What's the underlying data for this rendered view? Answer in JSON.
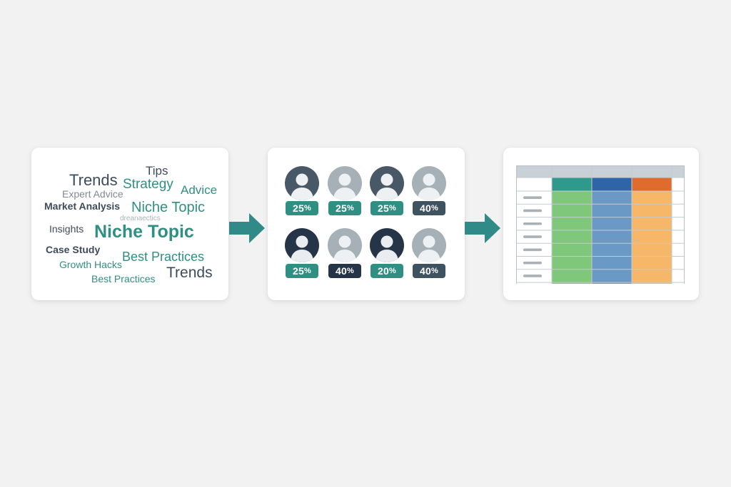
{
  "colors": {
    "background": "#f2f2f2",
    "teal": "#2f8f83",
    "slate": "#3e4b5a",
    "navy": "#253447",
    "arrow": "#2f8a88",
    "green": "#7fc77a",
    "blue": "#6b99c6",
    "orange": "#f6b768"
  },
  "word_cloud": {
    "words": [
      {
        "text": "Tips"
      },
      {
        "text": "Trends"
      },
      {
        "text": "Strategy"
      },
      {
        "text": "Advice"
      },
      {
        "text": "Expert Advice"
      },
      {
        "text": "Market Analysis"
      },
      {
        "text": "Niche Topic"
      },
      {
        "text": "Insights"
      },
      {
        "text": "Niche Topic"
      },
      {
        "text": "Case Study"
      },
      {
        "text": "Best Practices"
      },
      {
        "text": "Growth Hacks"
      },
      {
        "text": "Trends"
      },
      {
        "text": "Best Practices"
      },
      {
        "text": "dreanaectics"
      }
    ]
  },
  "segments": {
    "items": [
      {
        "avatar_icon": "user-avatar-icon",
        "tone": "slate",
        "percent": "25",
        "badge": "teal"
      },
      {
        "avatar_icon": "user-avatar-icon",
        "tone": "light",
        "percent": "25",
        "badge": "teal"
      },
      {
        "avatar_icon": "user-avatar-icon",
        "tone": "slate",
        "percent": "25",
        "badge": "teal"
      },
      {
        "avatar_icon": "user-avatar-icon",
        "tone": "light",
        "percent": "40",
        "badge": "slate"
      },
      {
        "avatar_icon": "user-avatar-icon",
        "tone": "navy",
        "percent": "25",
        "badge": "teal"
      },
      {
        "avatar_icon": "user-avatar-icon",
        "tone": "light",
        "percent": "40",
        "badge": "navy"
      },
      {
        "avatar_icon": "user-avatar-icon",
        "tone": "navy",
        "percent": "20",
        "badge": "teal"
      },
      {
        "avatar_icon": "user-avatar-icon",
        "tone": "light",
        "percent": "40",
        "badge": "slate"
      }
    ],
    "percent_sign": "%"
  },
  "flow": {
    "arrow_icon": "arrow-right-icon"
  },
  "spreadsheet": {
    "column_colors": [
      "#7fc77a",
      "#6b99c6",
      "#f6b768"
    ],
    "header_colors": [
      "#2f9a8c",
      "#2f64a6",
      "#df6c2c"
    ],
    "row_count": 8
  }
}
